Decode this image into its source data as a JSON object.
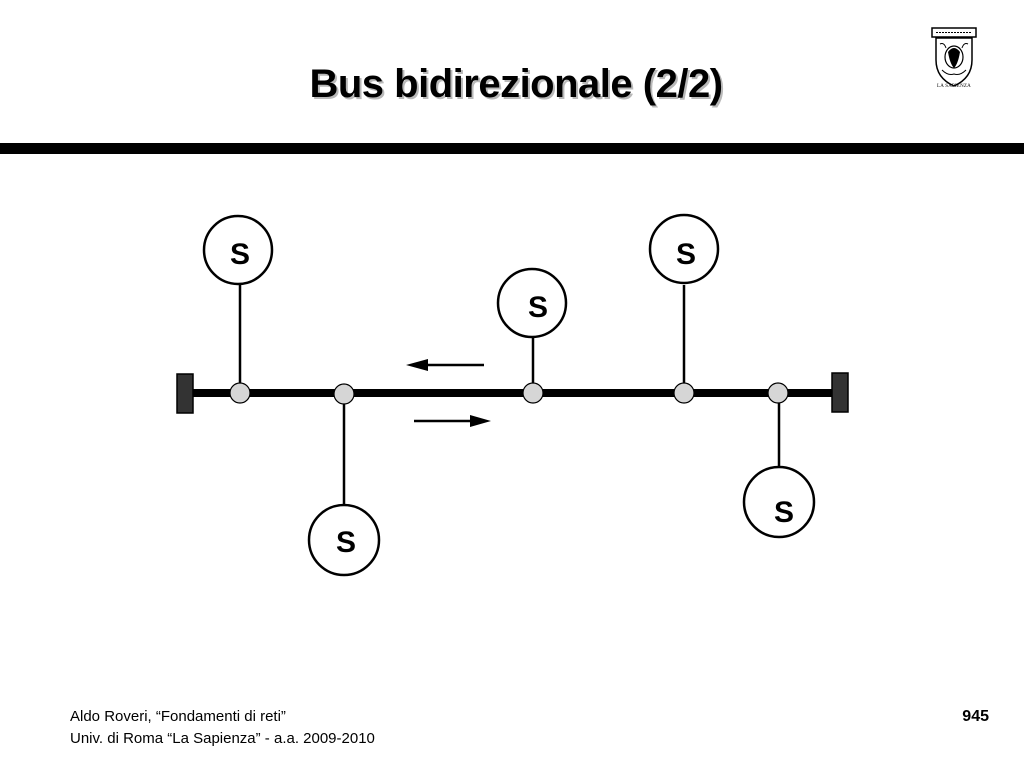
{
  "slide": {
    "title": "Bus bidirezionale (2/2)",
    "page_number": "945",
    "footer_line1": "Aldo Roveri, “Fondamenti di reti”",
    "footer_line2": "Univ. di Roma “La Sapienza” - a.a. 2009-2010"
  },
  "logo": {
    "name": "sapienza-seal-icon",
    "text": "LA SAPIENZA"
  },
  "diagram": {
    "station_label": "S",
    "stations": [
      {
        "label": "S",
        "side": "above"
      },
      {
        "label": "S",
        "side": "below"
      },
      {
        "label": "S",
        "side": "above"
      },
      {
        "label": "S",
        "side": "above"
      },
      {
        "label": "S",
        "side": "below"
      }
    ],
    "arrows": [
      "left",
      "right"
    ]
  }
}
